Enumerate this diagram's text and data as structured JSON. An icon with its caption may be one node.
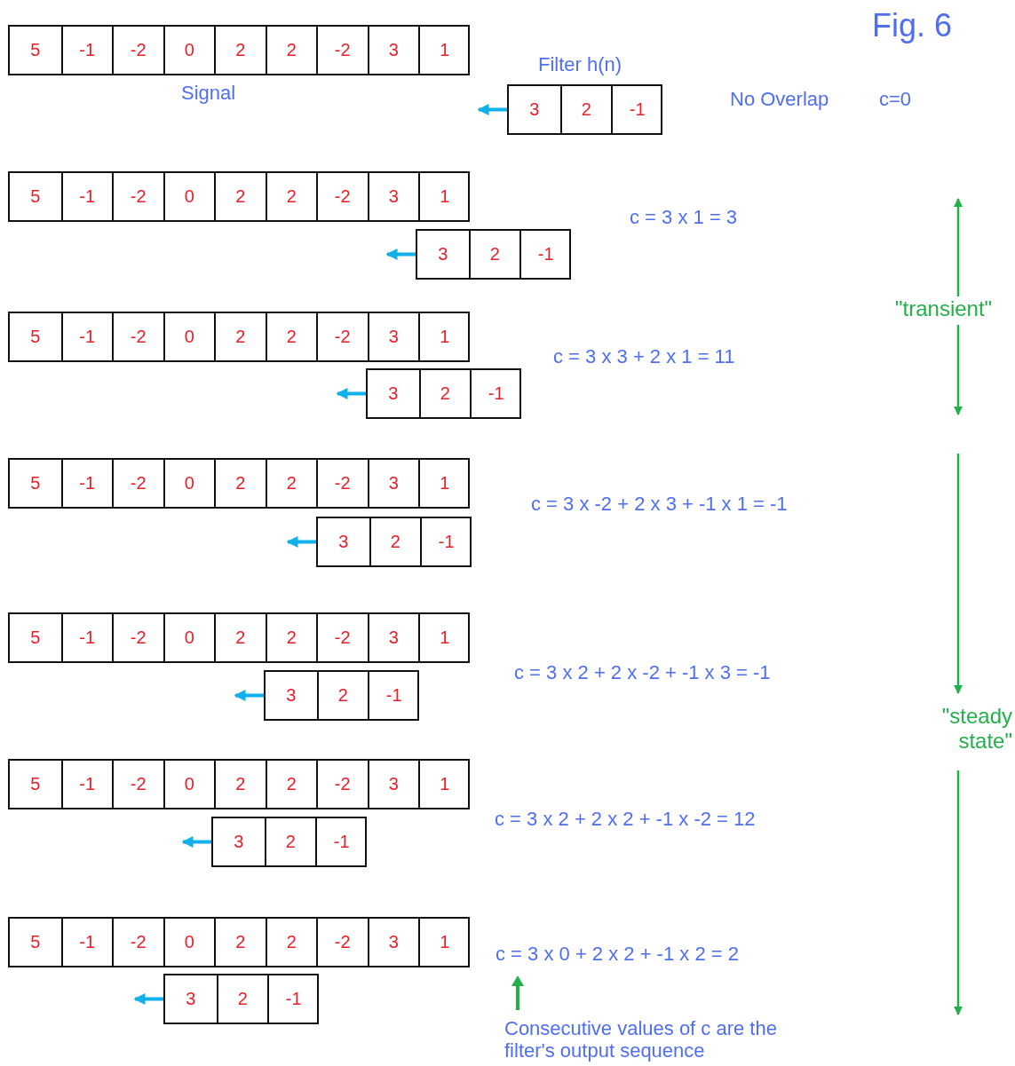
{
  "diagram": {
    "title": "Fig. 6",
    "nodes": [
      {
        "text": [
          "5",
          "-1",
          "-2",
          "0",
          "2",
          "2",
          "-2",
          "3",
          "1"
        ],
        "beside": [
          "Signal"
        ]
      },
      {
        "text": [
          "3",
          "2",
          "-1"
        ],
        "beside": [
          "Filter h(n)"
        ]
      },
      {
        "text": [
          "5",
          "-1",
          "-2",
          "0",
          "2",
          "2",
          "-2",
          "3",
          "1"
        ]
      },
      {
        "text": [
          "3",
          "2",
          "-1"
        ]
      },
      {
        "text": [
          "5",
          "-1",
          "-2",
          "0",
          "2",
          "2",
          "-2",
          "3",
          "1"
        ]
      },
      {
        "text": [
          "3",
          "2",
          "-1"
        ]
      },
      {
        "text": [
          "5",
          "-1",
          "-2",
          "0",
          "2",
          "2",
          "-2",
          "3",
          "1"
        ]
      },
      {
        "text": [
          "3",
          "2",
          "-1"
        ]
      },
      {
        "text": [
          "5",
          "-1",
          "-2",
          "0",
          "2",
          "2",
          "-2",
          "3",
          "1"
        ]
      },
      {
        "text": [
          "3",
          "2",
          "-1"
        ]
      },
      {
        "text": [
          "5",
          "-1",
          "-2",
          "0",
          "2",
          "2",
          "-2",
          "3",
          "1"
        ]
      },
      {
        "text": [
          "3",
          "2",
          "-1"
        ]
      },
      {
        "text": [
          "5",
          "-1",
          "-2",
          "0",
          "2",
          "2",
          "-2",
          "3",
          "1"
        ]
      },
      {
        "text": [
          "3",
          "2",
          "-1"
        ]
      }
    ],
    "edges": [
      {
        "from": 1,
        "to": null,
        "arrow": "to"
      },
      {
        "from": 3,
        "to": null,
        "arrow": "to"
      },
      {
        "from": 5,
        "to": null,
        "arrow": "to"
      },
      {
        "from": 7,
        "to": null,
        "arrow": "to"
      },
      {
        "from": 9,
        "to": null,
        "arrow": "to"
      },
      {
        "from": 11,
        "to": null,
        "arrow": "to"
      },
      {
        "from": 13,
        "to": null,
        "arrow": "to"
      }
    ],
    "labels": [
      "No Overlap",
      "c=0",
      "c = 3 x 1 = 3",
      "\"transient\"",
      "c = 3 x 3 + 2 x 1 = 11",
      "c = 3 x -2 + 2 x 3 + -1 x 1 = -1",
      "c = 3 x 2 + 2 x -2 + -1 x 3 = -1",
      "\"steady state\"",
      "c = 3 x 2 + 2 x 2 + -1 x -2 = 12",
      "c = 3 x 0 + 2 x 2 + -1 x 2 = 2",
      "Consecutive values of c are the filter's output sequence"
    ]
  }
}
